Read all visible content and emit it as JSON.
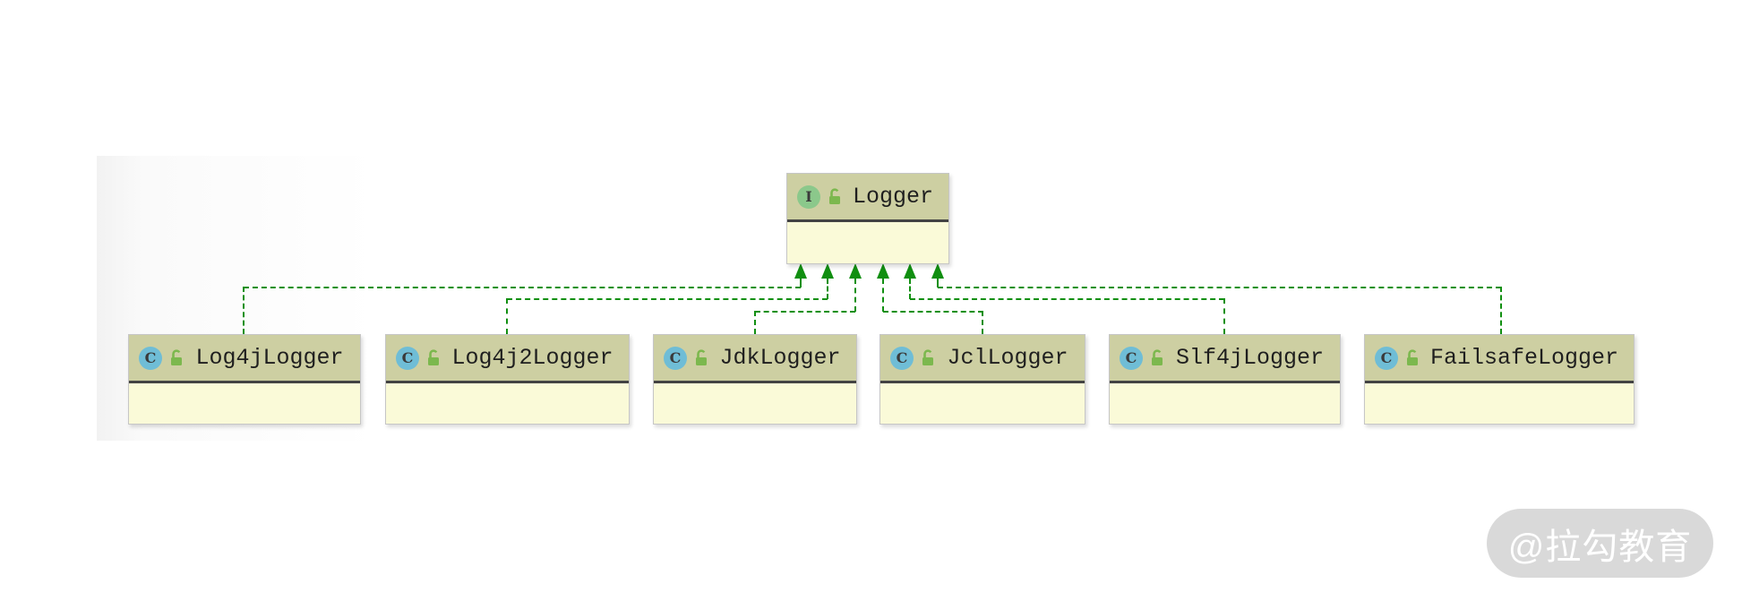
{
  "diagram": {
    "root": {
      "name": "Logger",
      "badge": "I",
      "kind": "interface"
    },
    "classes": [
      {
        "name": "Log4jLogger",
        "badge": "C",
        "kind": "class"
      },
      {
        "name": "Log4j2Logger",
        "badge": "C",
        "kind": "class"
      },
      {
        "name": "JdkLogger",
        "badge": "C",
        "kind": "class"
      },
      {
        "name": "JclLogger",
        "badge": "C",
        "kind": "class"
      },
      {
        "name": "Slf4jLogger",
        "badge": "C",
        "kind": "class"
      },
      {
        "name": "FailsafeLogger",
        "badge": "C",
        "kind": "class"
      }
    ],
    "edges": [
      {
        "from": "Log4jLogger",
        "to": "Logger",
        "type": "realization"
      },
      {
        "from": "Log4j2Logger",
        "to": "Logger",
        "type": "realization"
      },
      {
        "from": "JdkLogger",
        "to": "Logger",
        "type": "realization"
      },
      {
        "from": "JclLogger",
        "to": "Logger",
        "type": "realization"
      },
      {
        "from": "Slf4jLogger",
        "to": "Logger",
        "type": "realization"
      },
      {
        "from": "FailsafeLogger",
        "to": "Logger",
        "type": "realization"
      }
    ]
  },
  "watermark": {
    "text": "@拉勾教育"
  },
  "colors": {
    "edge_green": "#118f11",
    "header_tan": "#cdcfa2",
    "body_yellow": "#fafad8",
    "separator": "#434343",
    "interface_badge": "#8bc88b",
    "class_badge": "#6fbdd6",
    "lock_green": "#7cb84e",
    "watermark_bg": "#d9d9d9",
    "watermark_text": "#ffffff"
  }
}
